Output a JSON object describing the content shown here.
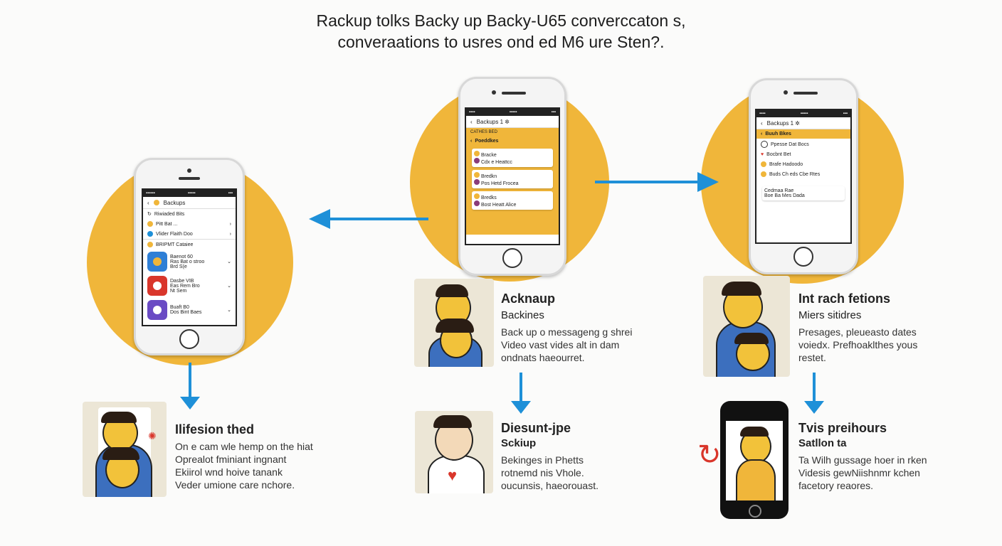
{
  "title": {
    "line1": "Rackup tolks Backy up Backy-U65 converccaton s,",
    "line2": "converaations to usres ond ed M6 ure Sten?."
  },
  "colors": {
    "accent": "#f0b63a",
    "arrow": "#1e90d8",
    "red": "#d9362b"
  },
  "phone_left": {
    "status_left": "▪▪▪▪▪▪",
    "status_mid": "▪▪▪▪▪",
    "status_right": "▪▪▪",
    "nav_title": "Backups",
    "section1": "Riwiaded Bits",
    "item1": "Pitt Bat ...",
    "item2": "Vlider Flaith Doo",
    "section2": "BRIPMT Cataiee",
    "apps": [
      {
        "name": "Baenot 60",
        "line": "Ras Bat o stroo",
        "line2": "Brd S(e",
        "icon": "blue-app-icon"
      },
      {
        "name": "Dasbe VIB",
        "line": "Eas Rem Bro",
        "line2": "Nt Sem",
        "icon": "red-app-icon"
      },
      {
        "name": "Buaft B0",
        "line": "Dos Bint Baes",
        "line2": "",
        "icon": "purple-app-icon"
      }
    ]
  },
  "phone_mid": {
    "nav_title": "Backups 1 ✲",
    "sub_label": "CATHES BED",
    "header": "Poeddkes",
    "cards": [
      {
        "title": "Bracke",
        "line": "Cdx e Heattcc"
      },
      {
        "title": "Bredkn",
        "line": "Pos Hetd Frocea"
      },
      {
        "title": "Bredks",
        "line": "Bost Heatt Alice"
      }
    ]
  },
  "phone_right": {
    "nav_title": "Backups 1 ✲",
    "header": "Buuh Bkes",
    "rows": [
      "Ppesse Dat Bocs",
      "Bocbnt Bet",
      "Brafe Hadoodo",
      "Buds Ch eds Cbe Rtes"
    ],
    "highlight1": "Cedmaa Rae",
    "highlight2": "Boe Ba Mes Dada"
  },
  "steps": [
    {
      "heading": "Acknaup",
      "sub": "Backines",
      "lines": [
        "Back up o messageng g shrei",
        "Video vast vides alt in dam",
        "ondnats haeourret."
      ]
    },
    {
      "heading": "Int rach fetions",
      "sub": "Miers sitidres",
      "lines": [
        "Presages, pleueasto dates",
        "voiedx. Prefhoaklthes yous",
        "restet."
      ]
    },
    {
      "heading": "Ilifesion thed",
      "sub": "",
      "lines": [
        "On e cam wle hemp on the hiat",
        "Oprealot fminiant ingnant",
        "Ekiirol wnd hoive tanank",
        "Veder umione care nchore."
      ]
    },
    {
      "heading": "Diesunt-jpe",
      "sub": "Sckiup",
      "lines": [
        "Bekinges in Phetts",
        "rotnemd nis Vhole.",
        "oucunsis, haeorouast."
      ]
    },
    {
      "heading": "Tvis preihours",
      "sub": "Satllon ta",
      "lines": [
        "Ta Wilh gussage hoer in rken",
        "Videsis gewNiishnmr kchen",
        "facetory reaores."
      ]
    }
  ]
}
